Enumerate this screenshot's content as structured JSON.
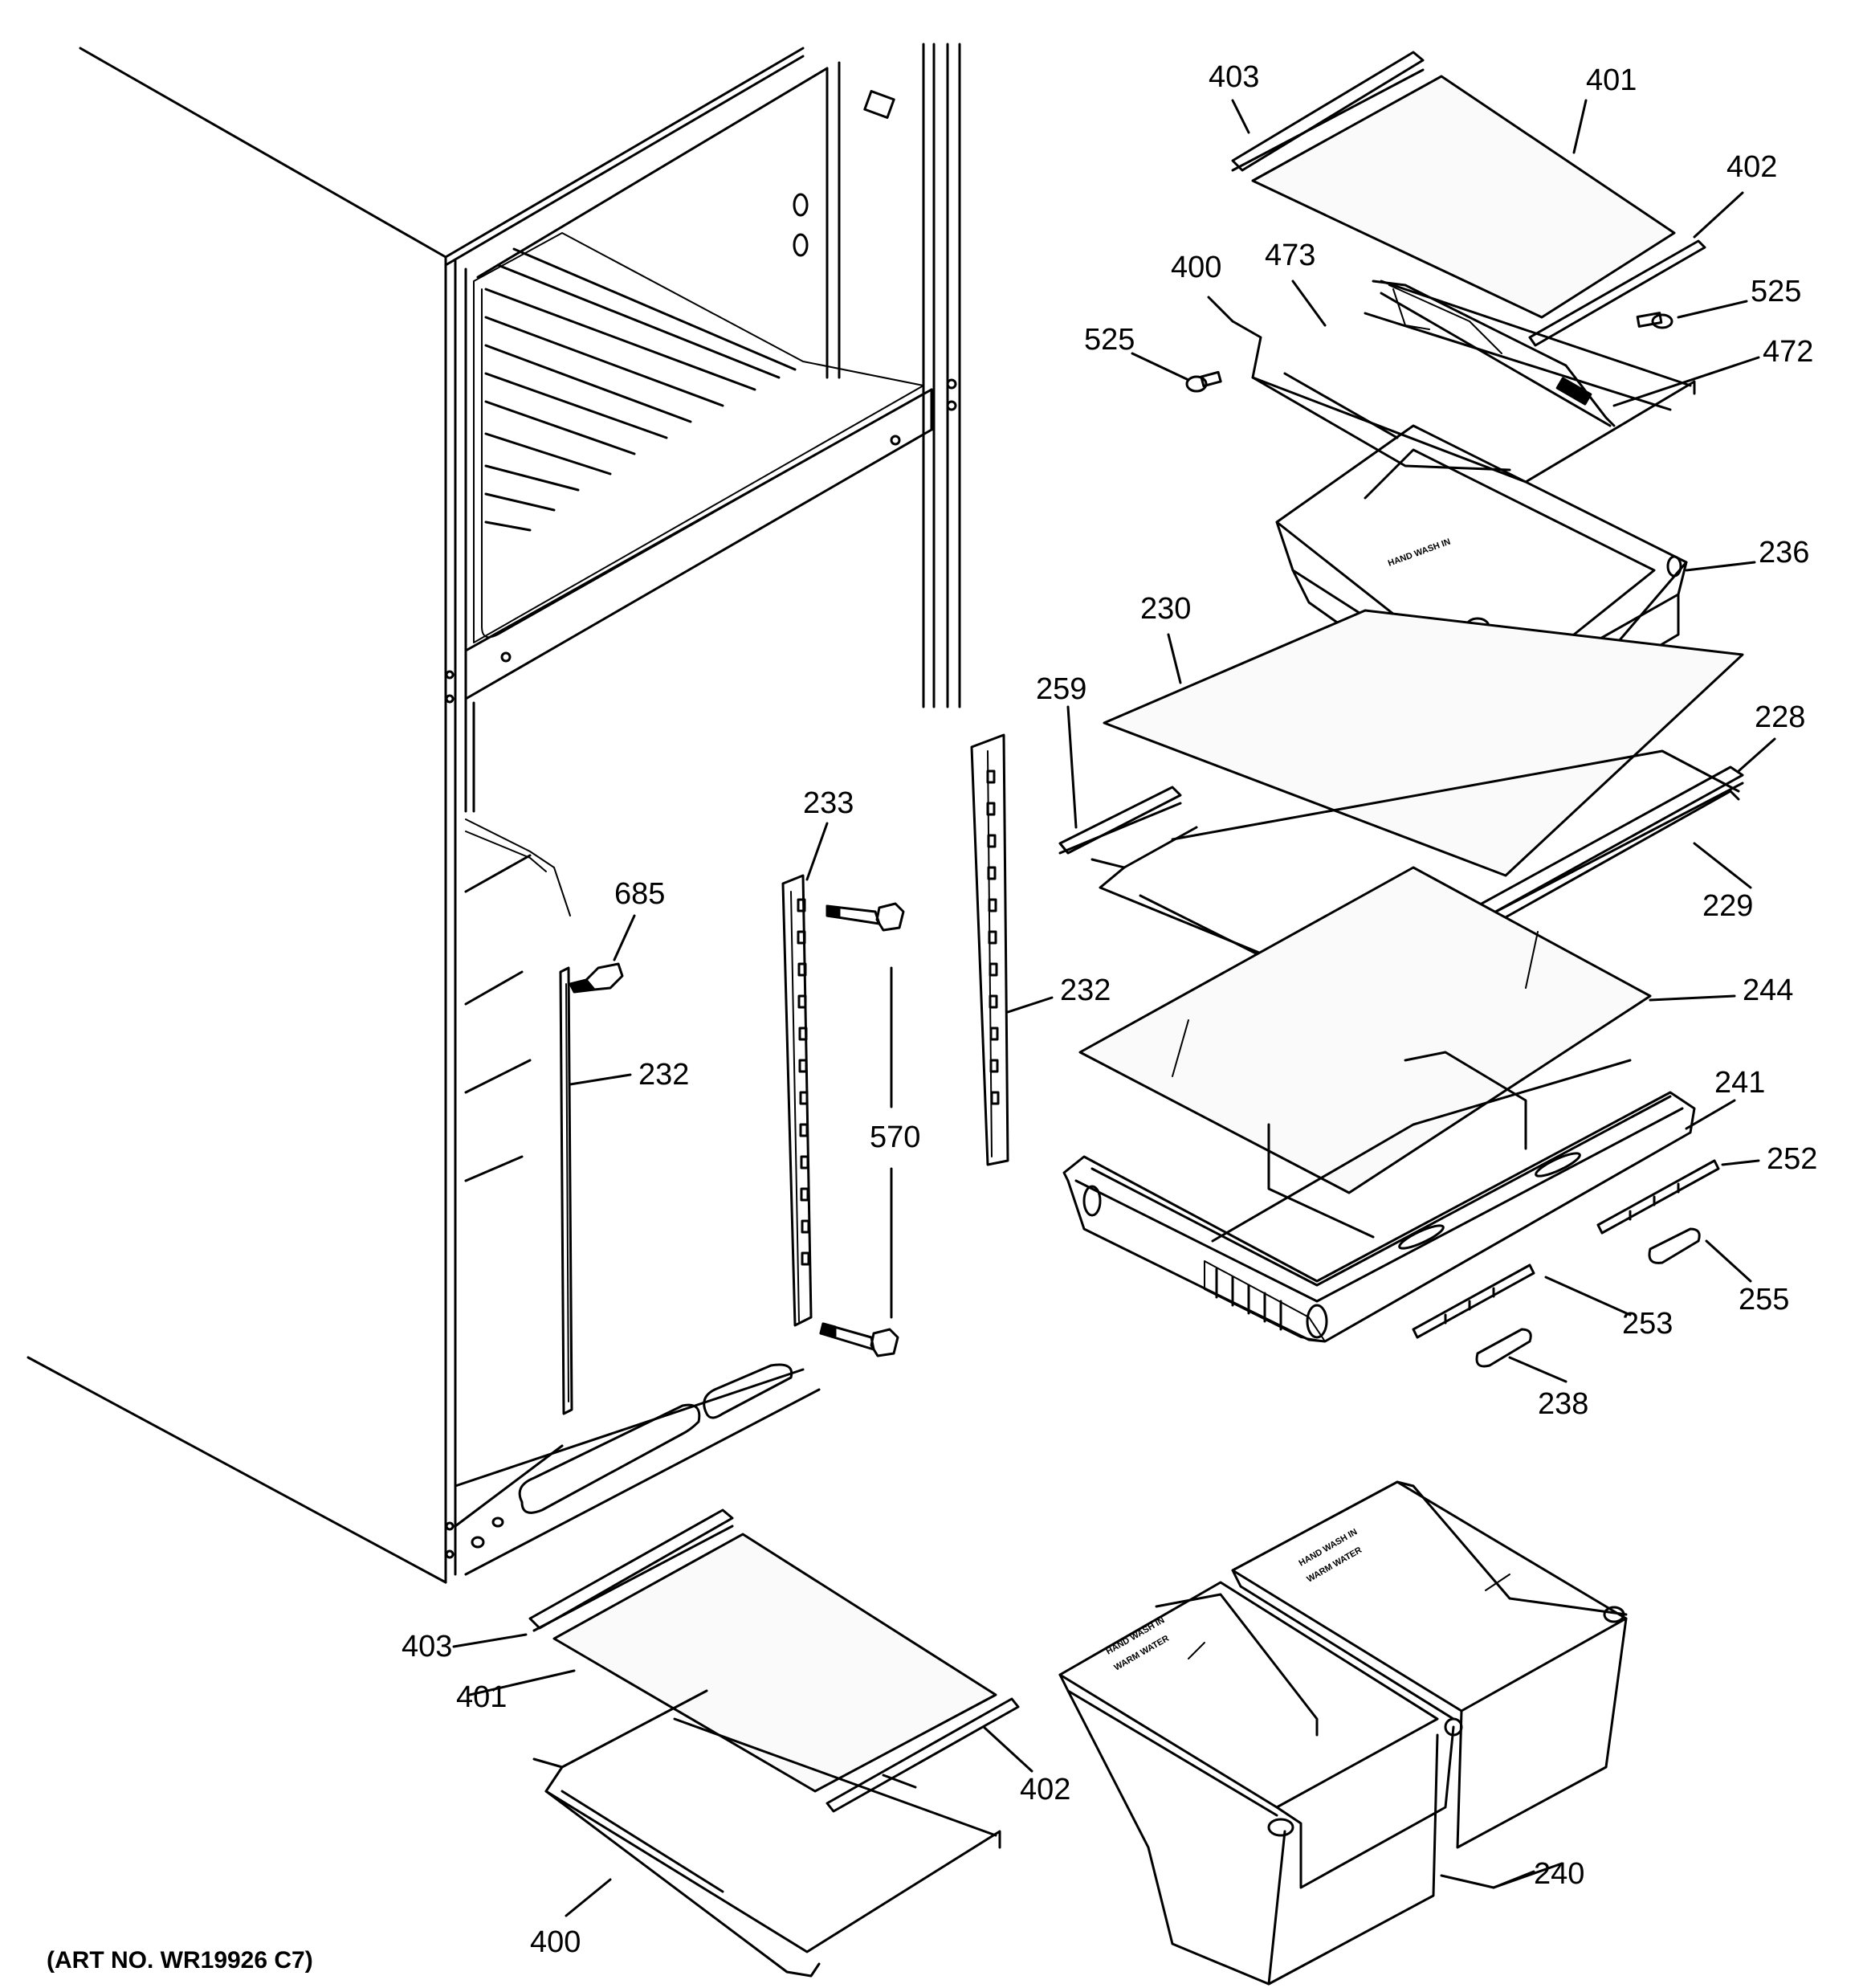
{
  "art_number": "(ART NO. WR19926 C7)",
  "callouts": {
    "c403_top": "403",
    "c401_top": "401",
    "c402_top": "402",
    "c400_top": "400",
    "c473": "473",
    "c525_left": "525",
    "c525_right": "525",
    "c472": "472",
    "c236": "236",
    "c230": "230",
    "c259": "259",
    "c228": "228",
    "c229": "229",
    "c233": "233",
    "c685": "685",
    "c232_left": "232",
    "c232_right": "232",
    "c570": "570",
    "c244": "244",
    "c241": "241",
    "c252": "252",
    "c255": "255",
    "c253": "253",
    "c238": "238",
    "c403_bottom": "403",
    "c401_bottom": "401",
    "c402_bottom": "402",
    "c400_bottom": "400",
    "c240": "240"
  },
  "bin_printed_text": [
    "HAND WASH IN",
    "WARM WATER"
  ]
}
